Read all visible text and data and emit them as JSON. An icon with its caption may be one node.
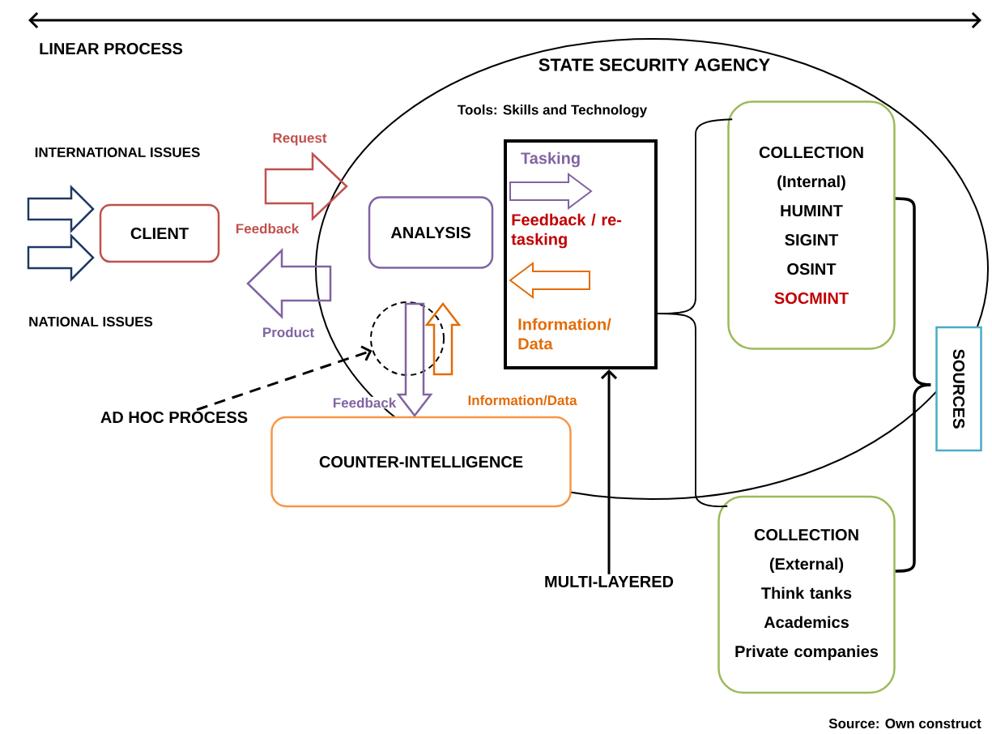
{
  "diagram": {
    "caption": "Source: Own construct",
    "nodes": [
      {
        "text": [
          "STATE SECURITY AGENCY"
        ]
      },
      {
        "text": [
          "CLIENT"
        ]
      },
      {
        "text": [
          "ANALYSIS"
        ],
        "in": 0
      },
      {
        "text": [],
        "shape": "circle",
        "in": 0
      },
      {
        "text": [
          "Tools: Skills and Technology",
          "Tasking",
          "Feedback / re-tasking",
          "Information/ Data"
        ],
        "in": 0
      },
      {
        "text": [
          "COUNTER-INTELLIGENCE"
        ]
      },
      {
        "text": [
          "COLLECTION (Internal)",
          "HUMINT",
          "SIGINT",
          "OSINT",
          "SOCMINT"
        ],
        "in": 0
      },
      {
        "text": [
          "COLLECTION (External)",
          "Think tanks",
          "Academics",
          "Private companies"
        ]
      },
      {
        "text": [
          "SOURCES"
        ]
      },
      {
        "text": [
          "AD HOC PROCESS"
        ]
      },
      {
        "text": [
          "MULTI-LAYERED"
        ]
      }
    ],
    "edges": [
      {
        "from": null,
        "to": 1,
        "arrow": "to",
        "color": "#203864"
      },
      {
        "from": null,
        "to": 1,
        "arrow": "to",
        "color": "#203864"
      },
      {
        "from": 1,
        "to": 0,
        "arrow": "to",
        "label": "Request",
        "color": "#c0504d"
      },
      {
        "from": 2,
        "to": 1,
        "arrow": "to",
        "label": "Product",
        "color": "#8064a2"
      },
      {
        "from": 3,
        "to": 5,
        "arrow": "to",
        "label": "Feedback",
        "color": "#8064a2"
      },
      {
        "from": 5,
        "to": 3,
        "arrow": "to",
        "label": "Information/Data",
        "color": "#e36c09"
      },
      {
        "from": 9,
        "to": 3,
        "arrow": "to",
        "style": "dashed"
      },
      {
        "from": 10,
        "to": 4,
        "arrow": "to"
      },
      {
        "from": 4,
        "to": 6,
        "arrow": "none"
      },
      {
        "from": 4,
        "to": 7,
        "arrow": "none"
      },
      {
        "from": 6,
        "to": 8,
        "arrow": "none"
      },
      {
        "from": 7,
        "to": 8,
        "arrow": "none"
      }
    ],
    "labels": [
      "LINEAR PROCESS",
      "INTERNATIONAL ISSUES",
      "Feedback",
      "NATIONAL ISSUES"
    ]
  }
}
